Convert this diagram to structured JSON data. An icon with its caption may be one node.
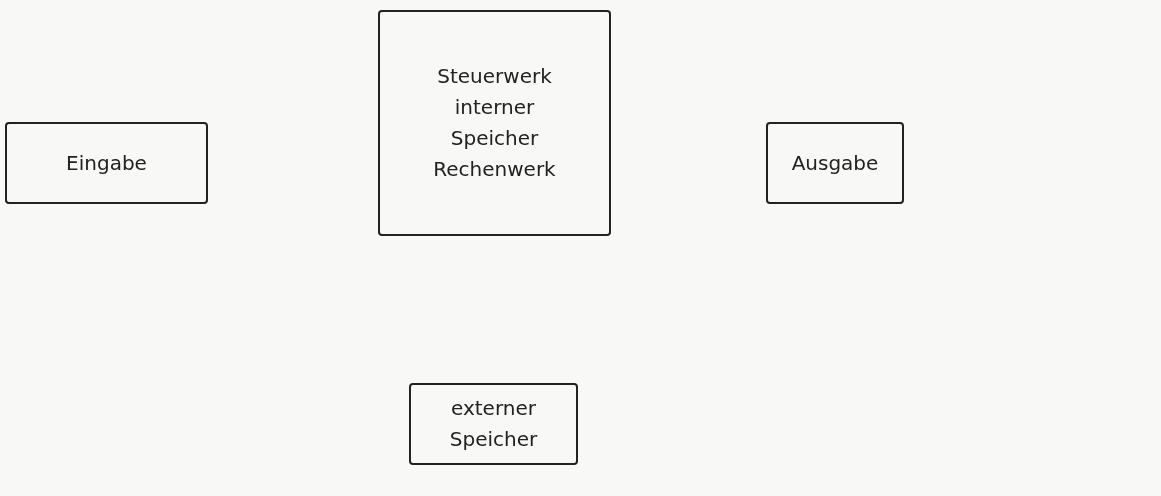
{
  "diagram": {
    "nodes": [
      {
        "text": [
          "Eingabe"
        ]
      },
      {
        "text": [
          "Steuerwerk",
          "interner Speicher",
          "Rechenwerk"
        ]
      },
      {
        "text": [
          "Ausgabe"
        ]
      },
      {
        "text": [
          "externer Speicher"
        ]
      }
    ]
  }
}
